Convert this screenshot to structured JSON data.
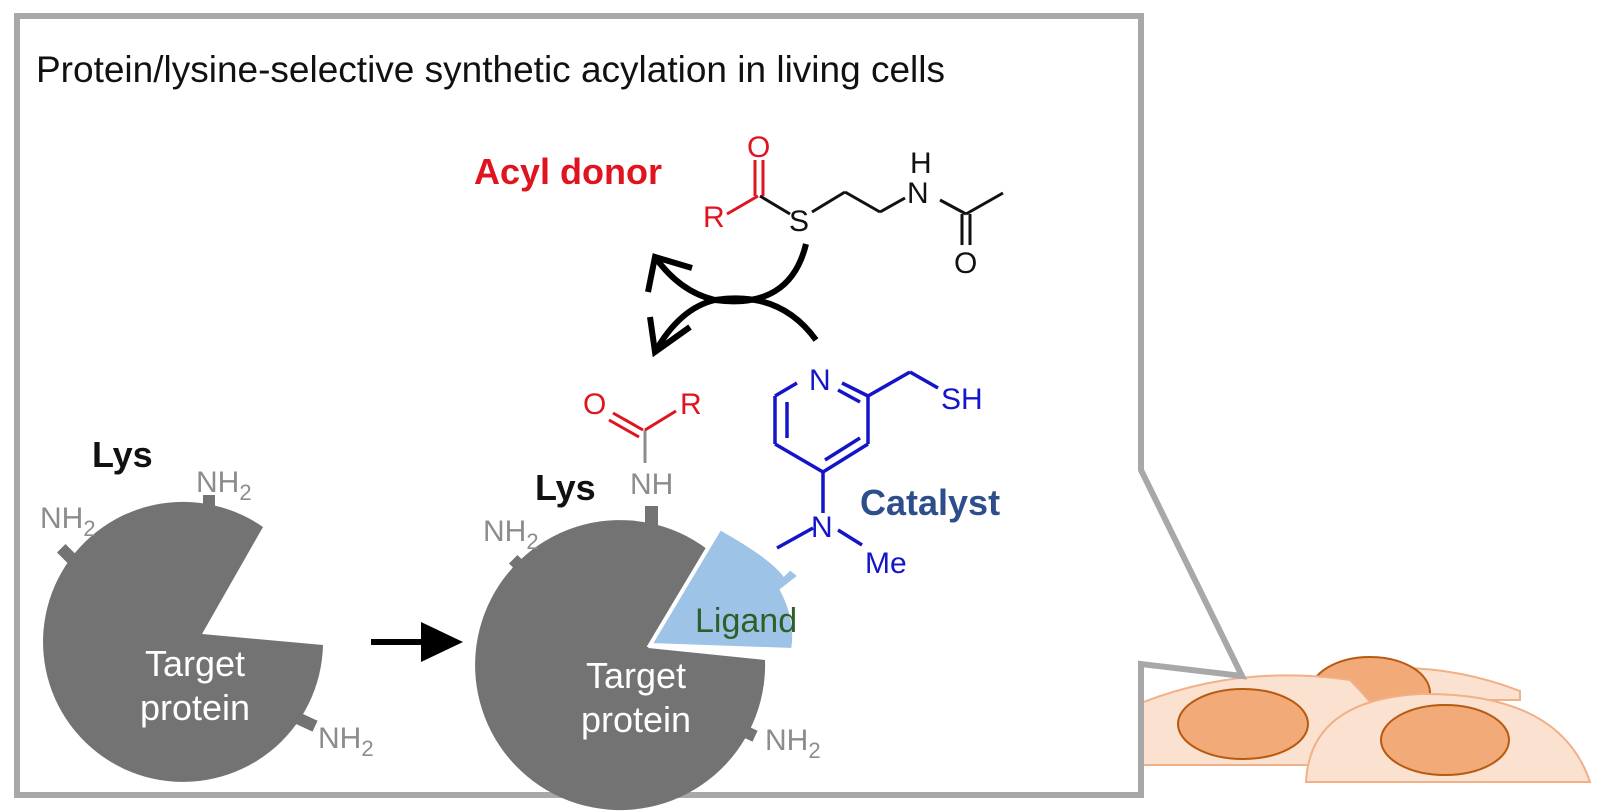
{
  "title": "Protein/lysine-selective synthetic acylation in living cells",
  "colors": {
    "frame": "#a8a8a8",
    "protein": "#737373",
    "amine_text": "#8c8c8c",
    "acyl_red": "#e0141e",
    "catalyst_blue": "#1414c8",
    "catalyst_label": "#2d4e8c",
    "ligand_fill": "#9dc3e6",
    "ligand_text": "#2f5e2a",
    "cell_fill": "#fbe1d0",
    "cell_edge": "#f0b088",
    "nucleus_fill": "#f2aa78",
    "nucleus_edge": "#b85a10",
    "arrow": "#000000"
  },
  "labels": {
    "acyl_donor": "Acyl donor",
    "catalyst": "Catalyst",
    "ligand": "Ligand",
    "lys_left": "Lys",
    "lys_right": "Lys",
    "target_line1": "Target",
    "target_line2": "protein"
  },
  "acyl_donor_atoms": {
    "o_carbonyl": "O",
    "r_group": "R",
    "sulfur": "S",
    "n_amide": "N",
    "h_amide": "H",
    "o_amide": "O"
  },
  "catalyst_atoms": {
    "n_ring": "N",
    "thiol": "SH",
    "n_amine": "N",
    "methyl": "Me"
  },
  "product_atoms": {
    "o": "O",
    "r": "R",
    "nh": "NH"
  },
  "amines": {
    "nh": "NH",
    "sub": "2"
  },
  "cells_count": 3
}
